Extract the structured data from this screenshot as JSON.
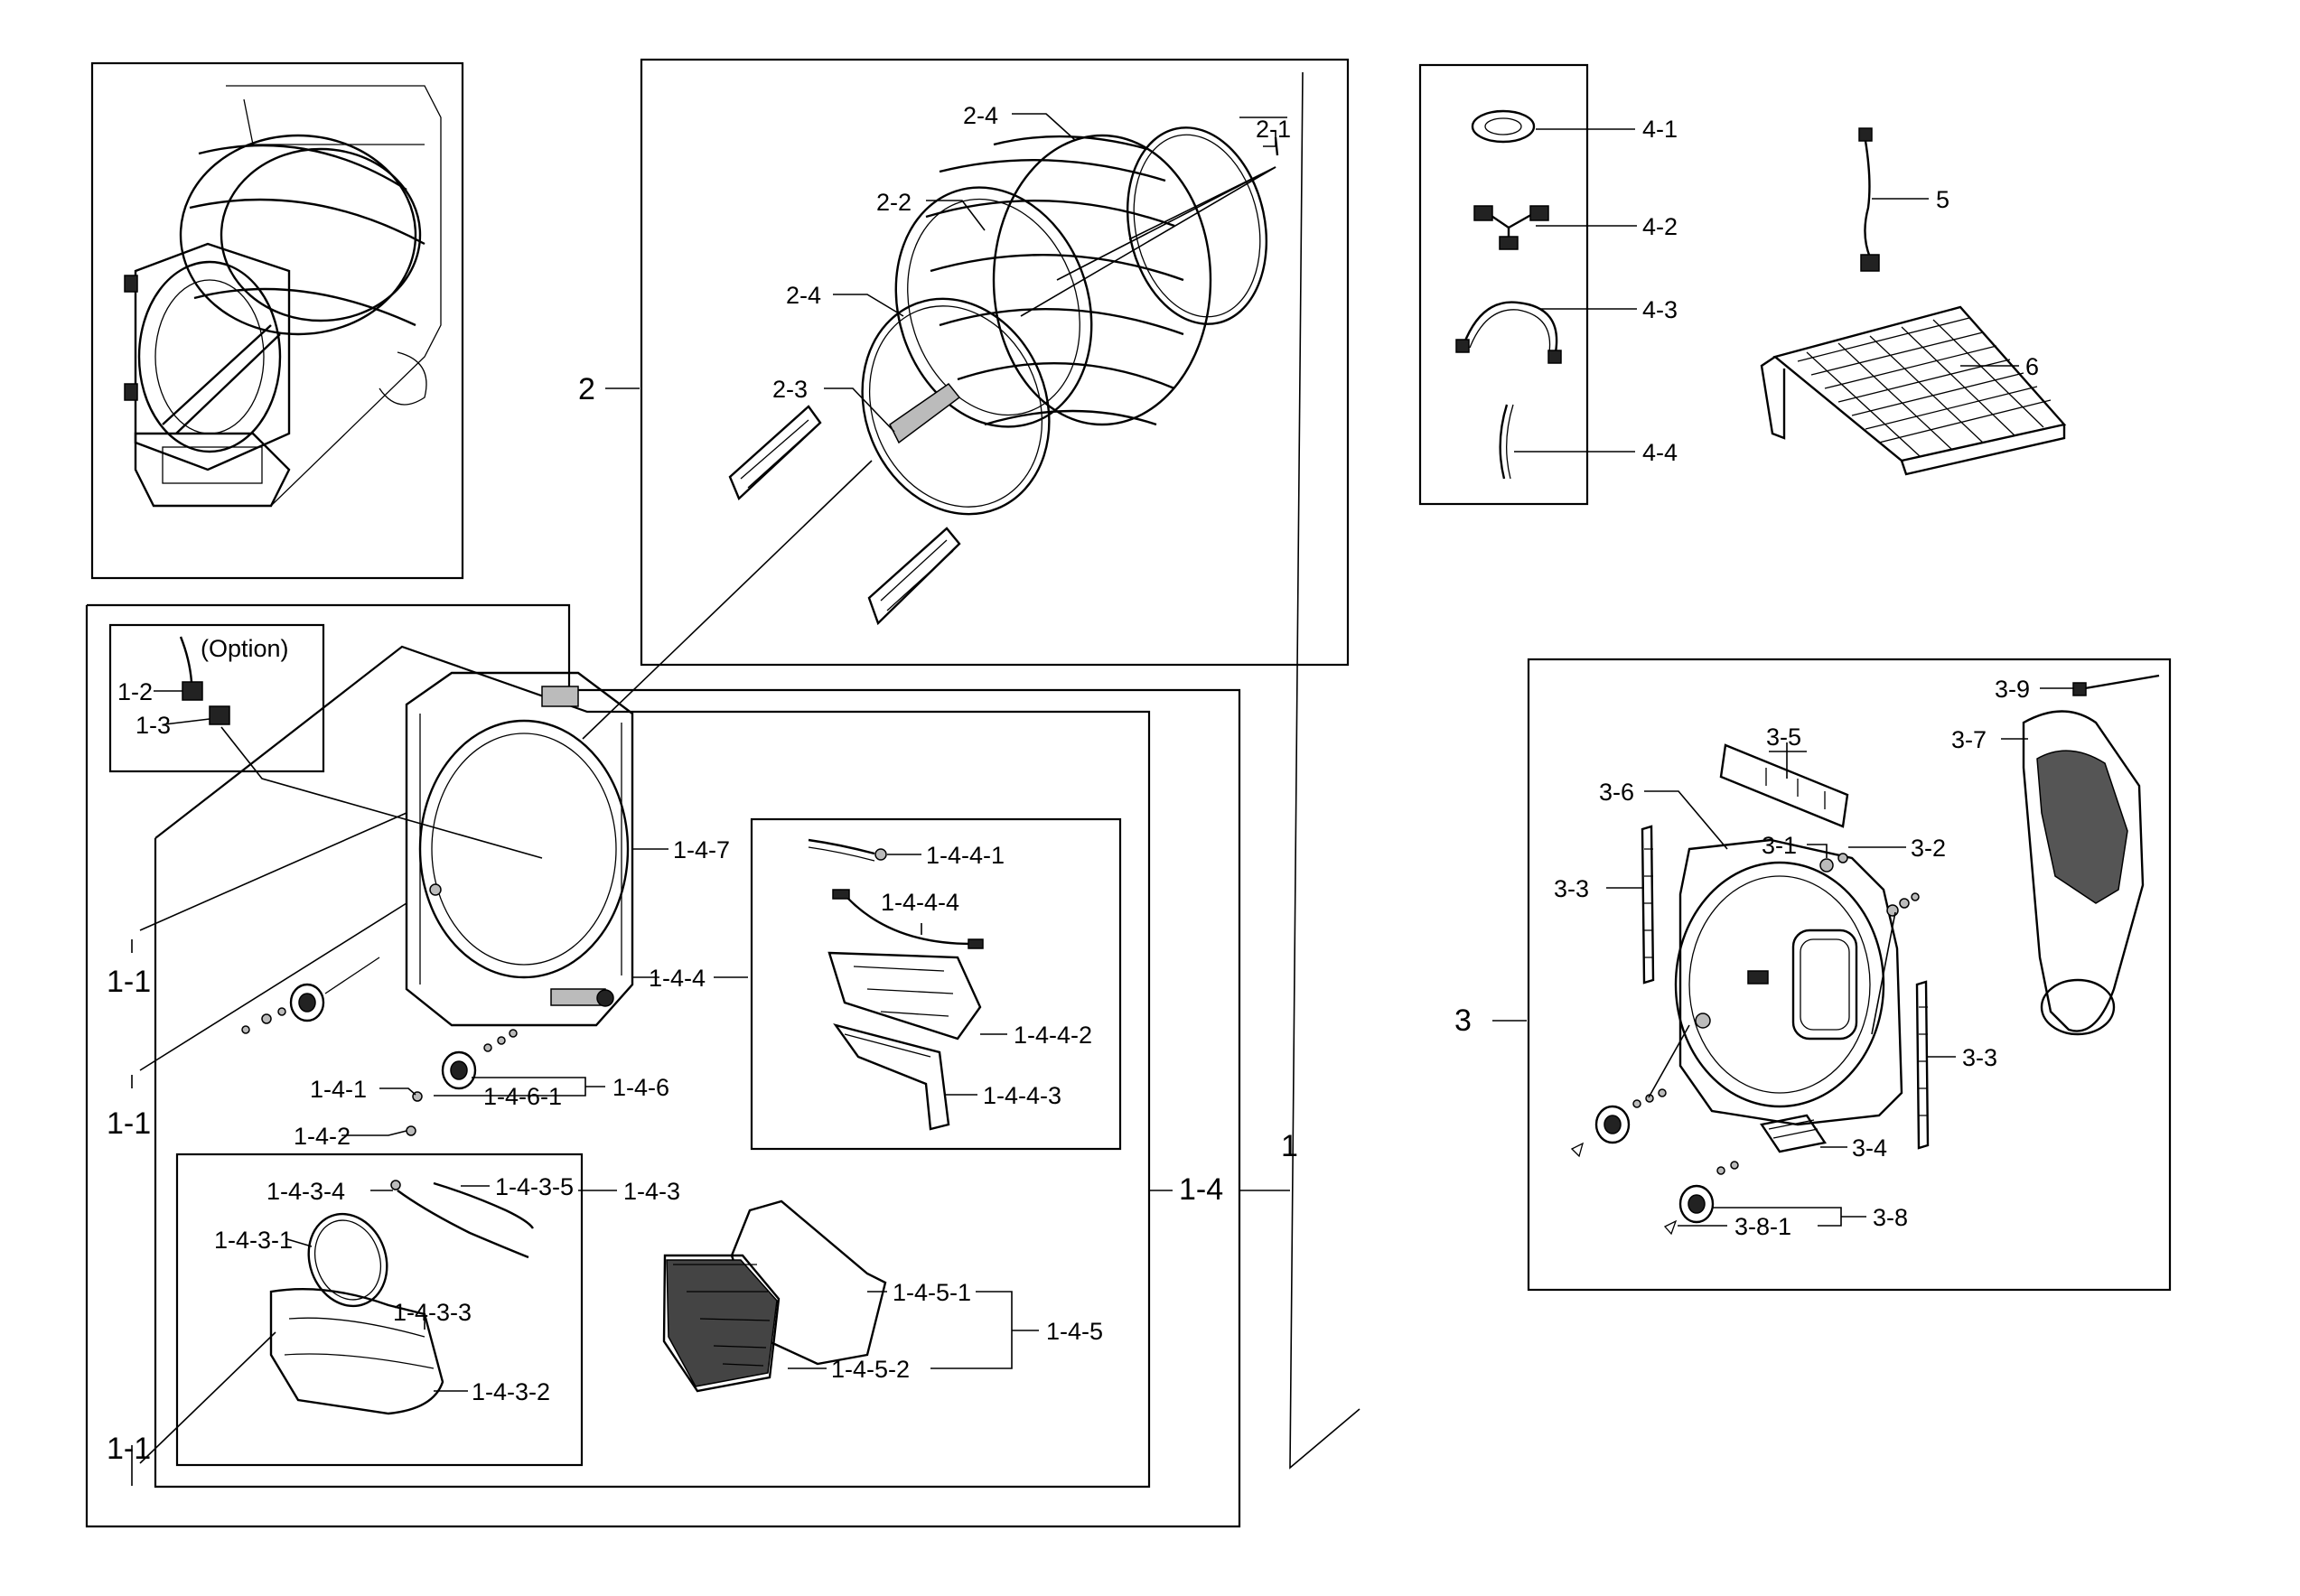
{
  "labels": {
    "l_1": "1",
    "l_1_1a": "1-1",
    "l_1_1b": "1-1",
    "l_1_1c": "1-1",
    "l_1_2": "1-2",
    "l_1_3": "1-3",
    "option": "(Option)",
    "l_1_4": "1-4",
    "l_1_4_1": "1-4-1",
    "l_1_4_2": "1-4-2",
    "l_1_4_3": "1-4-3",
    "l_1_4_3_1": "1-4-3-1",
    "l_1_4_3_2": "1-4-3-2",
    "l_1_4_3_3": "1-4-3-3",
    "l_1_4_3_4": "1-4-3-4",
    "l_1_4_3_5": "1-4-3-5",
    "l_1_4_4": "1-4-4",
    "l_1_4_4_1": "1-4-4-1",
    "l_1_4_4_2": "1-4-4-2",
    "l_1_4_4_3": "1-4-4-3",
    "l_1_4_4_4": "1-4-4-4",
    "l_1_4_5": "1-4-5",
    "l_1_4_5_1": "1-4-5-1",
    "l_1_4_5_2": "1-4-5-2",
    "l_1_4_6": "1-4-6",
    "l_1_4_6_1": "1-4-6-1",
    "l_1_4_7": "1-4-7",
    "l_2": "2",
    "l_2_1": "2-1",
    "l_2_2": "2-2",
    "l_2_3": "2-3",
    "l_2_4a": "2-4",
    "l_2_4b": "2-4",
    "l_3": "3",
    "l_3_1": "3-1",
    "l_3_2": "3-2",
    "l_3_3a": "3-3",
    "l_3_3b": "3-3",
    "l_3_4": "3-4",
    "l_3_5": "3-5",
    "l_3_6": "3-6",
    "l_3_7": "3-7",
    "l_3_8": "3-8",
    "l_3_8_1": "3-8-1",
    "l_3_9": "3-9",
    "l_4_1": "4-1",
    "l_4_2": "4-2",
    "l_4_3": "4-3",
    "l_4_4": "4-4",
    "l_5": "5",
    "l_6": "6"
  }
}
